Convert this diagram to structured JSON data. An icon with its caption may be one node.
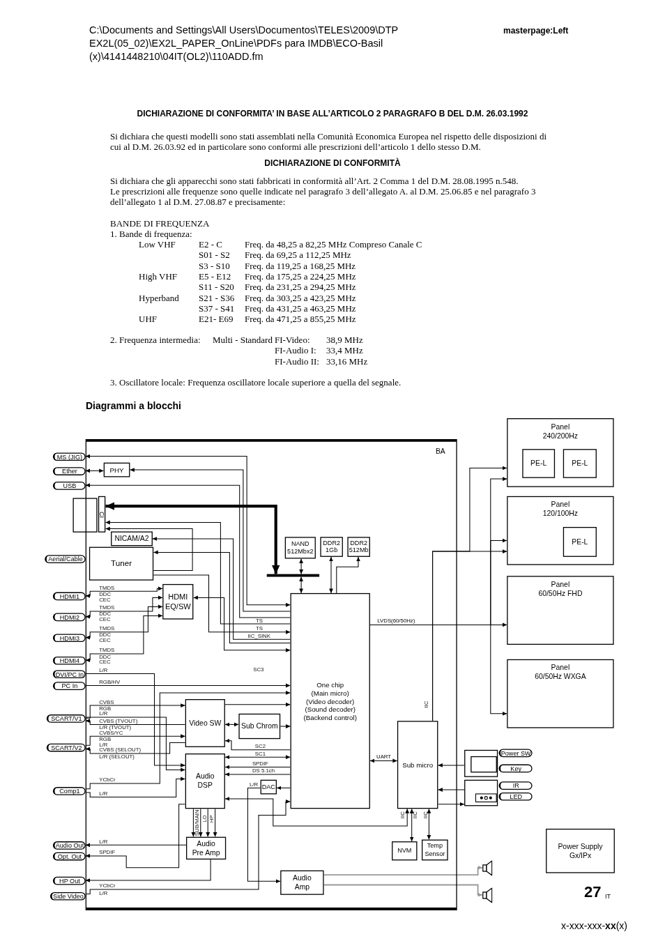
{
  "diagram": {
    "title": "Diagrammi a blocchi",
    "nodes": [
      {
        "text": [
          "BA"
        ]
      },
      {
        "text": [
          "MS (JIG)"
        ]
      },
      {
        "text": [
          "Ether"
        ]
      },
      {
        "text": [
          "USB"
        ]
      },
      {
        "text": [
          "PHY"
        ],
        "in": 0
      },
      {
        "text": [
          "CI"
        ],
        "in": 0
      },
      {
        "text": [
          "NICAM/A2"
        ],
        "in": 0
      },
      {
        "text": [
          "Aerial/Cable"
        ]
      },
      {
        "text": [
          "Tuner"
        ],
        "in": 0
      },
      {
        "text": [
          "HDMI1"
        ]
      },
      {
        "text": [
          "HDMI2"
        ]
      },
      {
        "text": [
          "HDMI3"
        ]
      },
      {
        "text": [
          "HDMI4"
        ]
      },
      {
        "text": [
          "HDMI",
          "EQ/SW"
        ],
        "in": 0
      },
      {
        "text": [
          "NAND",
          "512Mbx2"
        ],
        "in": 0
      },
      {
        "text": [
          "DDR2",
          "1Gb"
        ],
        "in": 0
      },
      {
        "text": [
          "DDR2",
          "512Mb"
        ],
        "in": 0
      },
      {
        "text": [],
        "shape": "bar",
        "in": 0
      },
      {
        "text": [
          "One chip",
          "(Main micro)",
          "(Video decoder)",
          "(Sound decoder)",
          "(Backend control)"
        ],
        "in": 0
      },
      {
        "text": [
          "DVI/PC In"
        ]
      },
      {
        "text": [
          "PC In"
        ]
      },
      {
        "text": [
          "SCART/V1"
        ]
      },
      {
        "text": [
          "SCART/V2"
        ]
      },
      {
        "text": [
          "Video SW"
        ],
        "in": 0
      },
      {
        "text": [
          "Sub Chrom"
        ],
        "in": 0
      },
      {
        "text": [
          "Comp1"
        ]
      },
      {
        "text": [
          "Audio",
          "DSP"
        ],
        "in": 0
      },
      {
        "text": [
          "DAC"
        ],
        "in": 0
      },
      {
        "text": [
          "Sub micro"
        ],
        "in": 0
      },
      {
        "text": [
          "Audio Out"
        ]
      },
      {
        "text": [
          "Opt. Out"
        ]
      },
      {
        "text": [
          "Audio",
          "Pre Amp"
        ],
        "in": 0
      },
      {
        "text": [
          "NVM"
        ],
        "in": 0
      },
      {
        "text": [
          "Temp",
          "Sensor"
        ],
        "in": 0
      },
      {
        "text": [
          "HP Out"
        ]
      },
      {
        "text": [
          "Audio",
          "Amp"
        ],
        "in": 0
      },
      {
        "text": [
          "Side Video"
        ]
      },
      {
        "text": [
          "Panel",
          "240/200Hz"
        ]
      },
      {
        "text": [
          "PE-L"
        ],
        "in": 37
      },
      {
        "text": [
          "PE-L"
        ],
        "in": 37
      },
      {
        "text": [
          "Panel",
          "120/100Hz"
        ]
      },
      {
        "text": [
          "PE-L"
        ],
        "in": 40
      },
      {
        "text": [
          "Panel",
          "60/50Hz FHD"
        ]
      },
      {
        "text": [
          "Panel",
          "60/50Hz WXGA"
        ]
      },
      {
        "text": [],
        "shape": "box"
      },
      {
        "text": [
          "Power SW"
        ]
      },
      {
        "text": [
          "Key"
        ]
      },
      {
        "text": [],
        "shape": "box"
      },
      {
        "text": [
          "IR"
        ]
      },
      {
        "text": [
          "LED"
        ]
      },
      {
        "text": [
          "Power Supply",
          "Gx/IPx"
        ]
      },
      {
        "text": [],
        "shape": "speaker"
      },
      {
        "text": [],
        "shape": "speaker"
      }
    ],
    "edges": [
      {
        "from": 1,
        "to": 18,
        "arrow": "both"
      },
      {
        "from": 2,
        "to": 4,
        "arrow": "both"
      },
      {
        "from": 18,
        "to": 4,
        "arrow": "to"
      },
      {
        "from": 18,
        "to": 3,
        "arrow": "to"
      },
      {
        "from": 5,
        "to": 17,
        "arrow": "both",
        "style": "thick"
      },
      {
        "from": 14,
        "to": 17,
        "arrow": "both"
      },
      {
        "from": 17,
        "to": 18,
        "arrow": "both"
      },
      {
        "from": 15,
        "to": 18,
        "arrow": "both"
      },
      {
        "from": 18,
        "to": 16,
        "arrow": "to"
      },
      {
        "from": 18,
        "to": 5,
        "arrow": "to"
      },
      {
        "from": 8,
        "to": 5,
        "arrow": "to"
      },
      {
        "from": 18,
        "to": 6,
        "arrow": "to"
      },
      {
        "from": 18,
        "to": 8,
        "arrow": "to"
      },
      {
        "from": 8,
        "to": 18,
        "arrow": "to"
      },
      {
        "from": 9,
        "to": 13,
        "arrow": "both"
      },
      {
        "from": 10,
        "to": 13,
        "arrow": "both"
      },
      {
        "from": 11,
        "to": 13,
        "arrow": "both"
      },
      {
        "from": 12,
        "to": 13,
        "arrow": "both"
      },
      {
        "from": 13,
        "to": 18,
        "arrow": "both"
      },
      {
        "from": 19,
        "to": 26,
        "arrow": "to"
      },
      {
        "from": 20,
        "to": 18,
        "arrow": "to"
      },
      {
        "from": 21,
        "to": 23,
        "arrow": "to"
      },
      {
        "from": 23,
        "to": 21,
        "arrow": "to"
      },
      {
        "from": 21,
        "to": 26,
        "arrow": "to"
      },
      {
        "from": 22,
        "to": 23,
        "arrow": "to"
      },
      {
        "from": 23,
        "to": 22,
        "arrow": "to"
      },
      {
        "from": 25,
        "to": 18,
        "arrow": "to"
      },
      {
        "from": 25,
        "to": 26,
        "arrow": "to"
      },
      {
        "from": 23,
        "to": 18,
        "arrow": "to"
      },
      {
        "from": 23,
        "to": 24,
        "arrow": "both"
      },
      {
        "from": 24,
        "to": 18,
        "arrow": "to"
      },
      {
        "from": 18,
        "to": 23,
        "arrow": "to"
      },
      {
        "from": 26,
        "to": 18,
        "arrow": "both"
      },
      {
        "from": 18,
        "to": 26,
        "arrow": "to"
      },
      {
        "from": 18,
        "to": 26,
        "arrow": "to"
      },
      {
        "from": 18,
        "to": 27,
        "arrow": "to"
      },
      {
        "from": 27,
        "to": 35,
        "arrow": "to"
      },
      {
        "from": 26,
        "to": 31,
        "arrow": "to"
      },
      {
        "from": 26,
        "to": 31,
        "arrow": "to"
      },
      {
        "from": 26,
        "to": 31,
        "arrow": "to"
      },
      {
        "from": 26,
        "to": 31,
        "arrow": "to"
      },
      {
        "from": 31,
        "to": 29,
        "arrow": "to"
      },
      {
        "from": 26,
        "to": 30,
        "arrow": "to"
      },
      {
        "from": 31,
        "to": 34,
        "arrow": "to"
      },
      {
        "from": 36,
        "to": 18,
        "arrow": "to"
      },
      {
        "from": 35,
        "to": 51,
        "arrow": "to",
        "color": "#999999"
      },
      {
        "from": 35,
        "to": 52,
        "arrow": "to",
        "color": "#999999"
      },
      {
        "from": 18,
        "to": 28,
        "arrow": "both",
        "label": "UART"
      },
      {
        "from": 26,
        "to": 28,
        "arrow": "both"
      },
      {
        "from": 28,
        "to": 32,
        "arrow": "both"
      },
      {
        "from": 28,
        "to": 33,
        "arrow": "both"
      },
      {
        "from": 28,
        "to": 40,
        "arrow": "to"
      },
      {
        "from": 28,
        "to": 37,
        "arrow": "to"
      },
      {
        "from": 18,
        "to": 42,
        "arrow": "to",
        "label": "LVDS(60/50Hz)"
      },
      {
        "from": 18,
        "to": 37,
        "arrow": "to"
      },
      {
        "from": 18,
        "to": 40,
        "arrow": "to"
      },
      {
        "from": 18,
        "to": 43,
        "arrow": "to"
      },
      {
        "from": 44,
        "to": 28,
        "arrow": "to"
      },
      {
        "from": 47,
        "to": 28,
        "arrow": "to"
      },
      {
        "from": 28,
        "to": 47,
        "arrow": "to"
      }
    ],
    "labels": [
      "C:\\Documents and Settings\\All Users\\Documentos\\TELES\\2009\\DTP EX2L(05_02)\\EX2L_PAPER_OnLine\\PDFs para IMDB\\ECO-Basil (x)\\4141448210\\04IT(OL2)\\110ADD.fm",
      "masterpage:Left",
      "DICHIARAZIONE DI CONFORMITA’ IN BASE ALL’ARTICOLO 2 PARAGRAFO B DEL D.M. 26.03.1992",
      "Si dichiara che questi modelli sono stati assemblati nella Comunità Economica Europea nel rispetto delle disposizioni di cui al D.M. 26.03.92 ed in particolare sono conformi alle prescrizioni dell’articolo 1 dello stesso D.M.",
      "DICHIARAZIONE DI CONFORMITÀ",
      "Si dichiara che gli apparecchi sono stati fabbricati in conformità all’Art. 2 Comma 1 del D.M. 28.08.1995 n.548.",
      "Le prescrizioni alle frequenze sono quelle indicate nel paragrafo 3 dell’allegato A. al D.M. 25.06.85 e nel paragrafo 3 dell’allegato 1 al D.M. 27.08.87 e precisamente:",
      "BANDE DI FREQUENZA",
      "1. Bande di frequenza:",
      "Low VHF",
      "E2 - C",
      "Freq. da 48,25 a 82,25 MHz Compreso Canale C",
      "S01 - S2",
      "Freq. da 69,25 a 112,25 MHz",
      "S3 - S10",
      "Freq. da 119,25 a 168,25 MHz",
      "High VHF",
      "E5 - E12",
      "Freq. da 175,25 a 224,25 MHz",
      "S11 - S20",
      "Freq. da 231,25 a 294,25 MHz",
      "Hyperband",
      "S21 - S36",
      "Freq. da 303,25 a 423,25 MHz",
      "S37 - S41",
      "Freq. da 431,25 a 463,25 MHz",
      "UHF",
      "E21- E69",
      "Freq. da 471,25 a 855,25 MHz",
      "2. Frequenza intermedia:",
      "Multi - Standard",
      "FI-Video:",
      "38,9 MHz",
      "FI-Audio I:",
      "33,4 MHz",
      "FI-Audio II:",
      "33,16 MHz",
      "3. Oscillatore locale: Frequenza oscillatore locale superiore a quella del segnale.",
      "TMDS",
      "DDC",
      "CEC",
      "TMDS",
      "DDC",
      "CEC",
      "TMDS",
      "DDC",
      "CEC",
      "TMDS",
      "DDC",
      "CEC",
      "L/R",
      "RGB/HV",
      "CVBS",
      "RGB",
      "L/R",
      "CVBS (TVOUT)",
      "L/R (TVOUT)",
      "CVBS/YC",
      "RGB",
      "L/R",
      "CVBS (SELOUT)",
      "L/R (SELOUT)",
      "YCbCr",
      "L/R",
      "L/R",
      "SPDIF",
      "YCbCr",
      "L/R",
      "TS",
      "TS",
      "IIC_SINK",
      "SC3",
      "SC2",
      "SC1",
      "SPDIF",
      "DS 5.1ch",
      "L/R",
      "IIC",
      "SUB/MAIN",
      "LO",
      "HP",
      "IIC",
      "IIC",
      "IIC",
      "27",
      "IT",
      "x-xxx-xxx-**xx**(x)"
    ]
  }
}
